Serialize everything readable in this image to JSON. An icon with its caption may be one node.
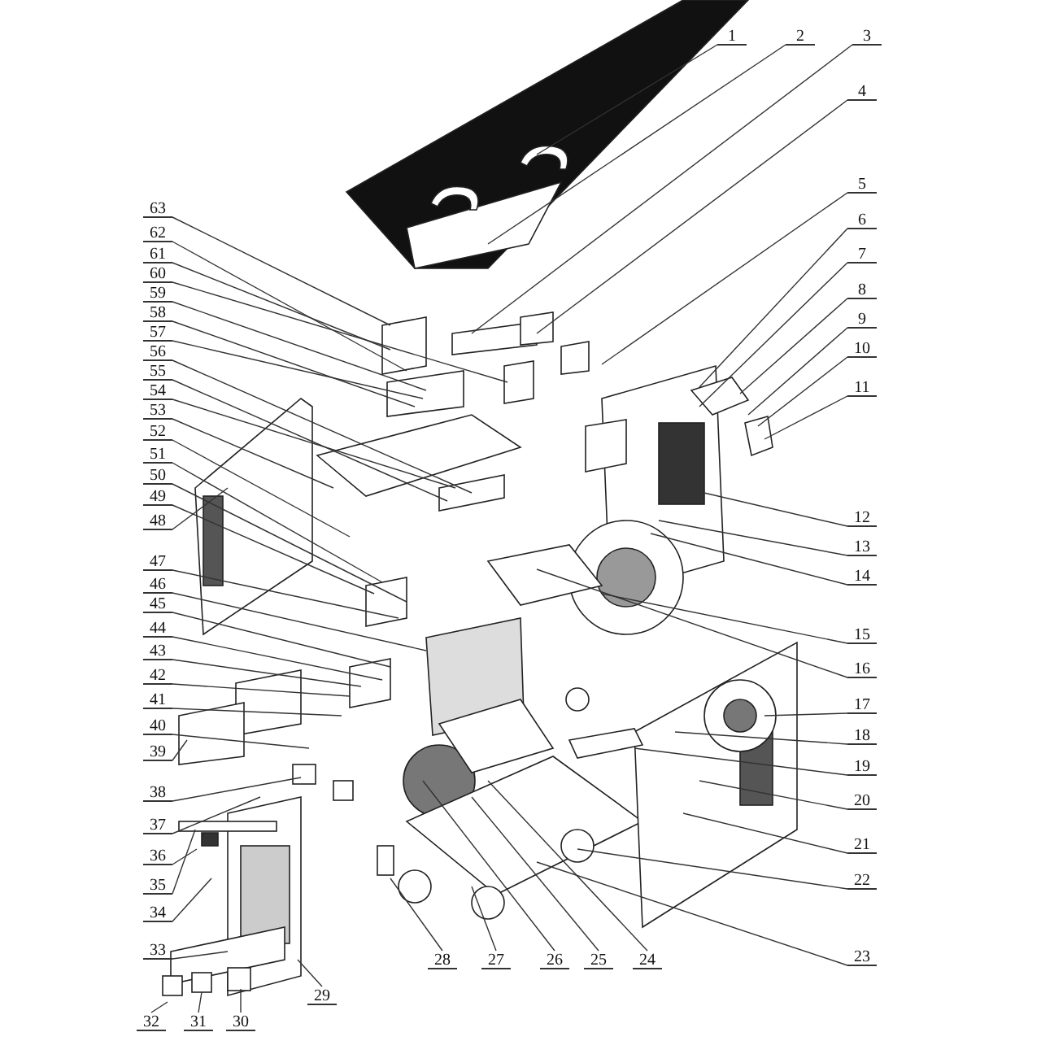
{
  "diagram": {
    "nodes": [
      {
        "text": [
          "1"
        ]
      },
      {
        "text": [
          "2"
        ]
      },
      {
        "text": [
          "3"
        ]
      },
      {
        "text": [
          "4"
        ]
      },
      {
        "text": [
          "5"
        ]
      },
      {
        "text": [
          "6"
        ]
      },
      {
        "text": [
          "7"
        ]
      },
      {
        "text": [
          "8"
        ]
      },
      {
        "text": [
          "9"
        ]
      },
      {
        "text": [
          "10"
        ]
      },
      {
        "text": [
          "11"
        ]
      },
      {
        "text": [
          "12"
        ]
      },
      {
        "text": [
          "13"
        ]
      },
      {
        "text": [
          "14"
        ]
      },
      {
        "text": [
          "15"
        ]
      },
      {
        "text": [
          "16"
        ]
      },
      {
        "text": [
          "17"
        ]
      },
      {
        "text": [
          "18"
        ]
      },
      {
        "text": [
          "19"
        ]
      },
      {
        "text": [
          "20"
        ]
      },
      {
        "text": [
          "21"
        ]
      },
      {
        "text": [
          "22"
        ]
      },
      {
        "text": [
          "23"
        ]
      },
      {
        "text": [
          "24"
        ]
      },
      {
        "text": [
          "25"
        ]
      },
      {
        "text": [
          "26"
        ]
      },
      {
        "text": [
          "27"
        ]
      },
      {
        "text": [
          "28"
        ]
      },
      {
        "text": [
          "29"
        ]
      },
      {
        "text": [
          "30"
        ]
      },
      {
        "text": [
          "31"
        ]
      },
      {
        "text": [
          "32"
        ]
      },
      {
        "text": [
          "33"
        ]
      },
      {
        "text": [
          "34"
        ]
      },
      {
        "text": [
          "35"
        ]
      },
      {
        "text": [
          "36"
        ]
      },
      {
        "text": [
          "37"
        ]
      },
      {
        "text": [
          "38"
        ]
      },
      {
        "text": [
          "39"
        ]
      },
      {
        "text": [
          "40"
        ]
      },
      {
        "text": [
          "41"
        ]
      },
      {
        "text": [
          "42"
        ]
      },
      {
        "text": [
          "43"
        ]
      },
      {
        "text": [
          "44"
        ]
      },
      {
        "text": [
          "45"
        ]
      },
      {
        "text": [
          "46"
        ]
      },
      {
        "text": [
          "47"
        ]
      },
      {
        "text": [
          "48"
        ]
      },
      {
        "text": [
          "49"
        ]
      },
      {
        "text": [
          "50"
        ]
      },
      {
        "text": [
          "51"
        ]
      },
      {
        "text": [
          "52"
        ]
      },
      {
        "text": [
          "53"
        ]
      },
      {
        "text": [
          "54"
        ]
      },
      {
        "text": [
          "55"
        ]
      },
      {
        "text": [
          "56"
        ]
      },
      {
        "text": [
          "57"
        ]
      },
      {
        "text": [
          "58"
        ]
      },
      {
        "text": [
          "59"
        ]
      },
      {
        "text": [
          "60"
        ]
      },
      {
        "text": [
          "61"
        ]
      },
      {
        "text": [
          "62"
        ]
      },
      {
        "text": [
          "63"
        ]
      }
    ],
    "edges": [
      {
        "from": 0,
        "to": null,
        "arrow": "none"
      },
      {
        "from": 1,
        "to": null,
        "arrow": "none"
      },
      {
        "from": 2,
        "to": null,
        "arrow": "none"
      },
      {
        "from": 3,
        "to": null,
        "arrow": "none"
      },
      {
        "from": 4,
        "to": null,
        "arrow": "none"
      },
      {
        "from": 5,
        "to": null,
        "arrow": "none"
      },
      {
        "from": 6,
        "to": null,
        "arrow": "none"
      },
      {
        "from": 7,
        "to": null,
        "arrow": "none"
      },
      {
        "from": 8,
        "to": null,
        "arrow": "none"
      },
      {
        "from": 9,
        "to": null,
        "arrow": "none"
      },
      {
        "from": 10,
        "to": null,
        "arrow": "none"
      },
      {
        "from": 11,
        "to": null,
        "arrow": "none"
      },
      {
        "from": 12,
        "to": null,
        "arrow": "none"
      },
      {
        "from": 13,
        "to": null,
        "arrow": "none"
      },
      {
        "from": 14,
        "to": null,
        "arrow": "none"
      },
      {
        "from": 15,
        "to": null,
        "arrow": "none"
      },
      {
        "from": 16,
        "to": null,
        "arrow": "none"
      },
      {
        "from": 17,
        "to": null,
        "arrow": "none"
      },
      {
        "from": 18,
        "to": null,
        "arrow": "none"
      },
      {
        "from": 19,
        "to": null,
        "arrow": "none"
      },
      {
        "from": 20,
        "to": null,
        "arrow": "none"
      },
      {
        "from": 21,
        "to": null,
        "arrow": "none"
      },
      {
        "from": 22,
        "to": null,
        "arrow": "none"
      },
      {
        "from": 23,
        "to": null,
        "arrow": "none"
      },
      {
        "from": 24,
        "to": null,
        "arrow": "none"
      },
      {
        "from": 25,
        "to": null,
        "arrow": "none"
      },
      {
        "from": 26,
        "to": null,
        "arrow": "none"
      },
      {
        "from": 27,
        "to": null,
        "arrow": "none"
      },
      {
        "from": 28,
        "to": null,
        "arrow": "none"
      },
      {
        "from": 29,
        "to": null,
        "arrow": "none"
      },
      {
        "from": 30,
        "to": null,
        "arrow": "none"
      },
      {
        "from": 31,
        "to": null,
        "arrow": "none"
      },
      {
        "from": 32,
        "to": null,
        "arrow": "none"
      },
      {
        "from": 33,
        "to": null,
        "arrow": "none"
      },
      {
        "from": 34,
        "to": null,
        "arrow": "none"
      },
      {
        "from": 35,
        "to": null,
        "arrow": "none"
      },
      {
        "from": 36,
        "to": null,
        "arrow": "none"
      },
      {
        "from": 37,
        "to": null,
        "arrow": "none"
      },
      {
        "from": 38,
        "to": null,
        "arrow": "none"
      },
      {
        "from": 39,
        "to": null,
        "arrow": "none"
      },
      {
        "from": 40,
        "to": null,
        "arrow": "none"
      },
      {
        "from": 41,
        "to": null,
        "arrow": "none"
      },
      {
        "from": 42,
        "to": null,
        "arrow": "none"
      },
      {
        "from": 43,
        "to": null,
        "arrow": "none"
      },
      {
        "from": 44,
        "to": null,
        "arrow": "none"
      },
      {
        "from": 45,
        "to": null,
        "arrow": "none"
      },
      {
        "from": 46,
        "to": null,
        "arrow": "none"
      },
      {
        "from": 47,
        "to": null,
        "arrow": "none"
      },
      {
        "from": 48,
        "to": null,
        "arrow": "none"
      },
      {
        "from": 49,
        "to": null,
        "arrow": "none"
      },
      {
        "from": 50,
        "to": null,
        "arrow": "none"
      },
      {
        "from": 51,
        "to": null,
        "arrow": "none"
      },
      {
        "from": 52,
        "to": null,
        "arrow": "none"
      },
      {
        "from": 53,
        "to": null,
        "arrow": "none"
      },
      {
        "from": 54,
        "to": null,
        "arrow": "none"
      },
      {
        "from": 55,
        "to": null,
        "arrow": "none"
      },
      {
        "from": 56,
        "to": null,
        "arrow": "none"
      },
      {
        "from": 57,
        "to": null,
        "arrow": "none"
      },
      {
        "from": 58,
        "to": null,
        "arrow": "none"
      },
      {
        "from": 59,
        "to": null,
        "arrow": "none"
      },
      {
        "from": 60,
        "to": null,
        "arrow": "none"
      },
      {
        "from": 61,
        "to": null,
        "arrow": "none"
      },
      {
        "from": 62,
        "to": null,
        "arrow": "none"
      }
    ]
  }
}
